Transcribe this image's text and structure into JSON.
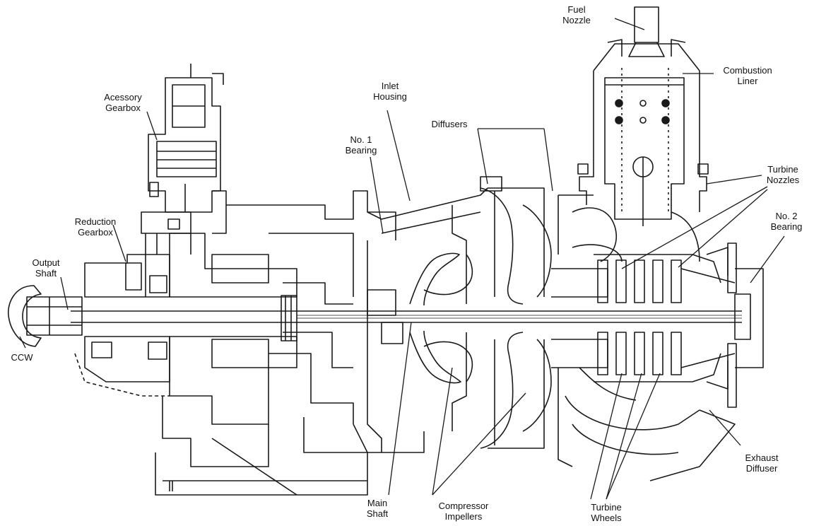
{
  "colors": {
    "ink": "#1a1a1a",
    "paper": "#ffffff"
  },
  "labels": {
    "fuel_nozzle": [
      "Fuel",
      "Nozzle"
    ],
    "combustion_liner": [
      "Combustion",
      "Liner"
    ],
    "inlet_housing": [
      "Inlet",
      "Housing"
    ],
    "diffusers": [
      "Diffusers"
    ],
    "accessory_gearbox": [
      "Acessory",
      "Gearbox"
    ],
    "no1_bearing": [
      "No. 1",
      "Bearing"
    ],
    "turbine_nozzles": [
      "Turbine",
      "Nozzles"
    ],
    "no2_bearing": [
      "No. 2",
      "Bearing"
    ],
    "reduction_gearbox": [
      "Reduction",
      "Gearbox"
    ],
    "output_shaft": [
      "Output",
      "Shaft"
    ],
    "ccw": [
      "CCW"
    ],
    "exhaust_diffuser": [
      "Exhaust",
      "Diffuser"
    ],
    "main_shaft": [
      "Main",
      "Shaft"
    ],
    "compressor_impellers": [
      "Compressor",
      "Impellers"
    ],
    "turbine_wheels": [
      "Turbine",
      "Wheels"
    ]
  }
}
